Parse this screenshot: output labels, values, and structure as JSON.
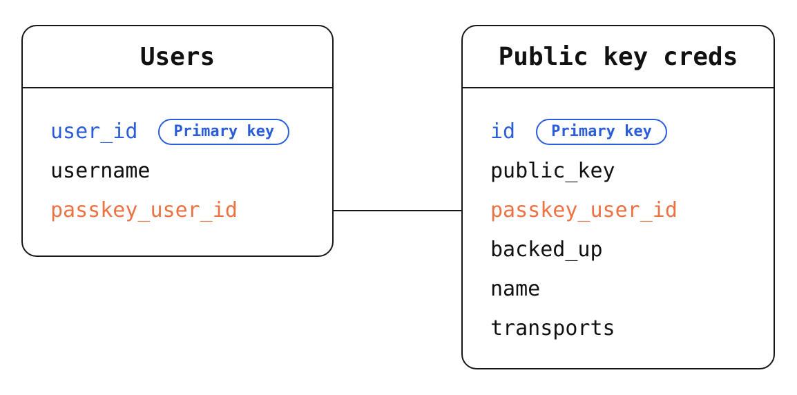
{
  "diagram": {
    "background": "#ffffff",
    "colors": {
      "primary_key_blue": "#2b5dd8",
      "relation_orange": "#ec7243",
      "text": "#111111",
      "border": "#161616"
    },
    "tables": [
      {
        "name": "Users",
        "fields": [
          {
            "name": "user_id",
            "color": "blue",
            "badge": "Primary key"
          },
          {
            "name": "username",
            "color": "default"
          },
          {
            "name": "passkey_user_id",
            "color": "orange"
          }
        ]
      },
      {
        "name": "Public key creds",
        "fields": [
          {
            "name": "id",
            "color": "blue",
            "badge": "Primary key"
          },
          {
            "name": "public_key",
            "color": "default"
          },
          {
            "name": "passkey_user_id",
            "color": "orange"
          },
          {
            "name": "backed_up",
            "color": "default"
          },
          {
            "name": "name",
            "color": "default"
          },
          {
            "name": "transports",
            "color": "default"
          }
        ]
      }
    ],
    "relationship": {
      "from_table": "Users",
      "from_field": "passkey_user_id",
      "to_table": "Public key creds",
      "to_field": "passkey_user_id"
    }
  }
}
